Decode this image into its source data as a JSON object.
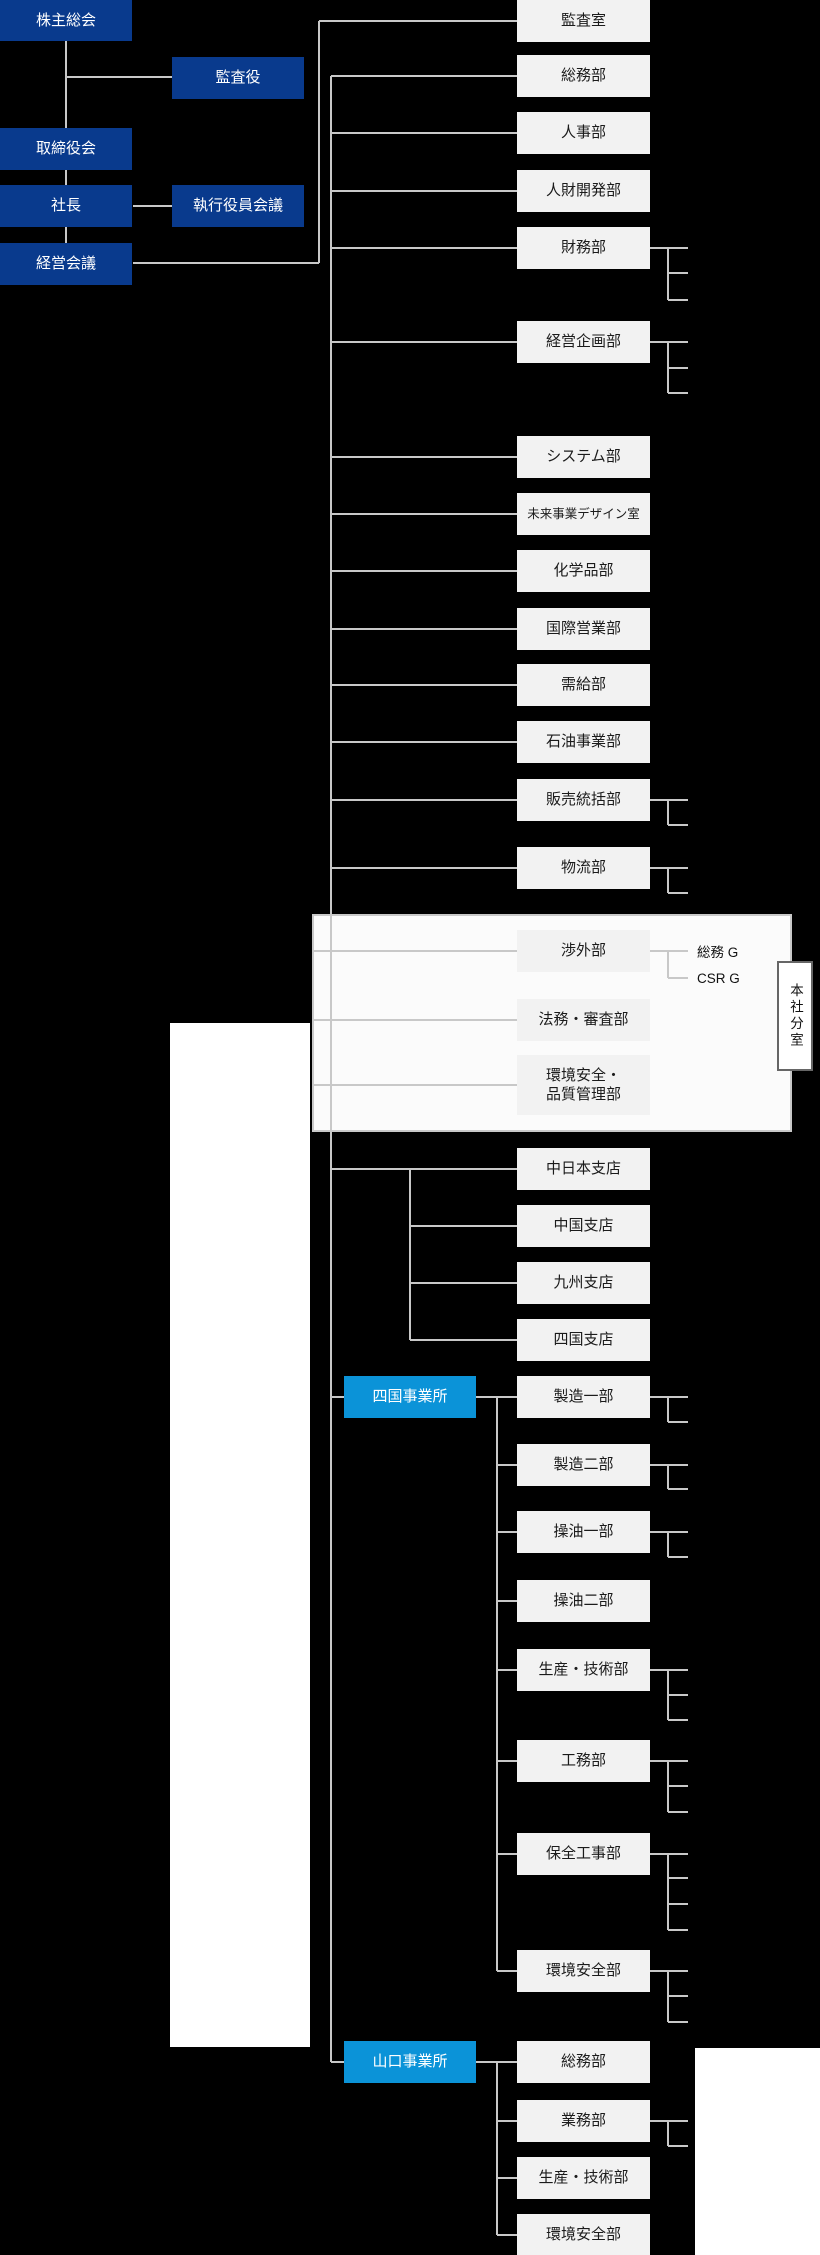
{
  "chart_title": "organization-chart",
  "colors": {
    "background": "#000000",
    "governance_box": "#093a8d",
    "office_box": "#0b93d8",
    "department_box": "#f2f2f2",
    "connector_line": "#c8c8c8",
    "panel_background": "#fbfbfb",
    "white_block": "#ffffff"
  },
  "governance": {
    "shareholders_meeting": "株主総会",
    "audit_and_supervisory_board": "監査役",
    "board_of_directors": "取締役会",
    "president": "社長",
    "executive_officers_council": "執行役員会議",
    "management_council": "経営会議"
  },
  "head_office_departments": [
    "監査室",
    "総務部",
    "人事部",
    "人財開発部",
    "財務部",
    "経営企画部",
    "システム部",
    "未来事業デザイン室",
    "化学品部",
    "国際営業部",
    "需給部",
    "石油事業部",
    "販売統括部",
    "物流部"
  ],
  "annex": {
    "title": "本社分室",
    "departments": [
      "渉外部",
      "法務・審査部",
      "環境安全・品質管理部"
    ],
    "groups": [
      "総務 G",
      "CSR G"
    ]
  },
  "branch_offices": [
    "中日本支店",
    "中国支店",
    "九州支店",
    "四国支店"
  ],
  "shikoku_office": {
    "label": "四国事業所",
    "departments": [
      "製造一部",
      "製造二部",
      "操油一部",
      "操油二部",
      "生産・技術部",
      "工務部",
      "保全工事部",
      "環境安全部"
    ]
  },
  "yamaguchi_office": {
    "label": "山口事業所",
    "departments": [
      "総務部",
      "業務部",
      "生産・技術部",
      "環境安全部"
    ]
  }
}
